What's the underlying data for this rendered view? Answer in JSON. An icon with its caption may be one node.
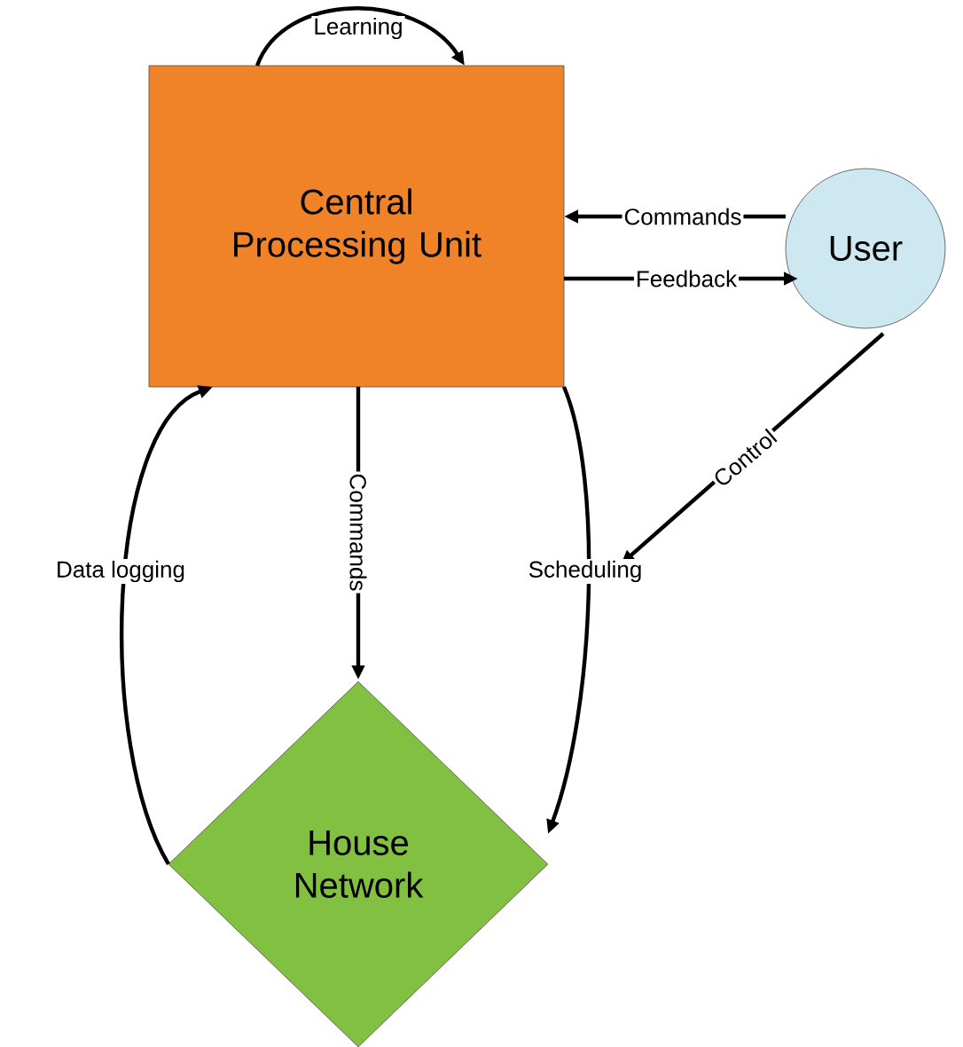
{
  "diagram": {
    "nodes": [
      {
        "text": [
          "Central Processing Unit"
        ]
      },
      {
        "text": [
          "User"
        ]
      },
      {
        "text": [
          "House Network"
        ]
      }
    ],
    "edges": [
      {
        "from": 0,
        "to": 0,
        "arrow": "to",
        "label": "Learning"
      },
      {
        "from": 1,
        "to": 0,
        "arrow": "to",
        "label": "Commands"
      },
      {
        "from": 0,
        "to": 1,
        "arrow": "to",
        "label": "Feedback"
      },
      {
        "from": 0,
        "to": 2,
        "arrow": "to",
        "label": "Commands"
      },
      {
        "from": 2,
        "to": 0,
        "arrow": "to",
        "label": "Data logging"
      },
      {
        "from": 0,
        "to": 2,
        "arrow": "to",
        "label": "Scheduling"
      },
      {
        "from": 1,
        "to": null,
        "arrow": "to",
        "label": "Control"
      }
    ]
  }
}
